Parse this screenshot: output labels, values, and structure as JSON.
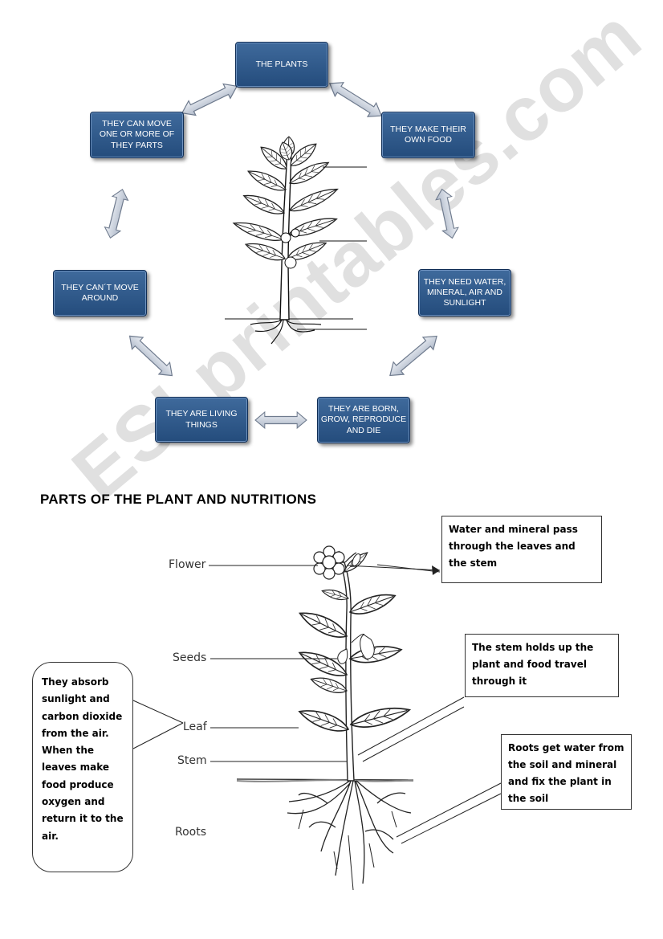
{
  "watermark": "ESLprintables.com",
  "cycle": {
    "boxes": {
      "plants": "THE PLANTS",
      "make_food": "THEY MAKE THEIR OWN FOOD",
      "need": "THEY NEED WATER, MINERAL, AIR AND SUNLIGHT",
      "born": "THEY ARE BORN, GROW, REPRODUCE AND DIE",
      "living": "THEY ARE LIVING THINGS",
      "cant_move": "THEY CAN´T  MOVE AROUND",
      "can_move": "THEY CAN MOVE ONE OR MORE  OF THEY PARTS"
    }
  },
  "section_heading": "PARTS OF THE PLANT AND NUTRITIONS",
  "diagram_labels": {
    "flower": "Flower",
    "seeds": "Seeds",
    "leaf": "Leaf",
    "stem": "Stem",
    "roots": "Roots"
  },
  "notes": {
    "leaves_note": "Water and mineral pass through the leaves and the stem",
    "stem_note": "The stem holds up the plant and food travel through it",
    "roots_note": "Roots get water from the soil and mineral and fix the plant in the soil",
    "leaf_bubble": "They absorb sunlight and carbon dioxide from the air. When the leaves make food produce oxygen and return it to the air."
  }
}
